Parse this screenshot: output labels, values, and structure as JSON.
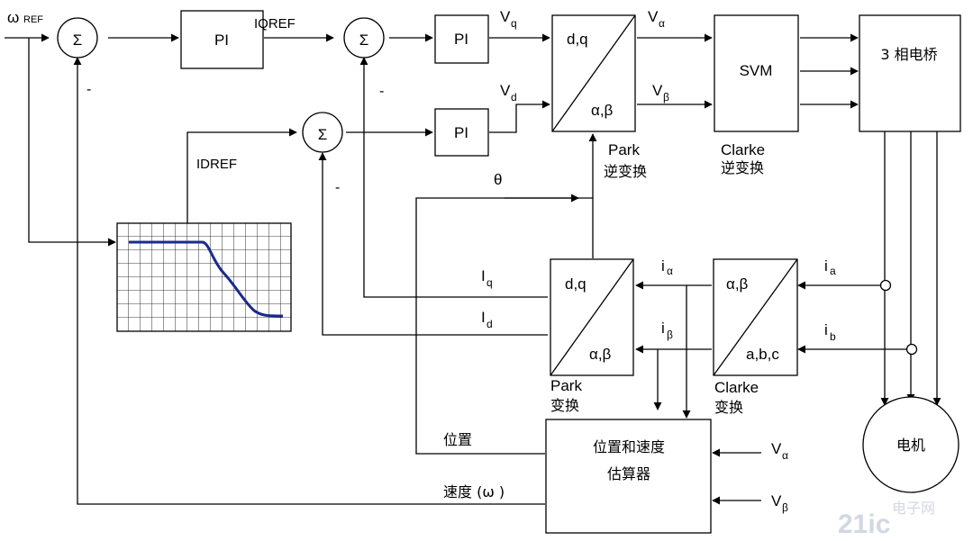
{
  "colors": {
    "line": "#000000",
    "lookup_curve": "#1a2a8c",
    "background": "#ffffff",
    "watermark": "#c9d2dc"
  },
  "labels": {
    "omega_ref": "ω",
    "omega_ref_sub": "REF",
    "sigma": "Σ",
    "pi": "PI",
    "iqref": "IQREF",
    "idref": "IDREF",
    "minus": "-",
    "vq": "V",
    "vq_sub": "q",
    "vd": "V",
    "vd_sub": "d",
    "valpha": "V",
    "valpha_sub": "α",
    "vbeta": "V",
    "vbeta_sub": "β",
    "dq": "d,q",
    "alphabeta": "α,β",
    "abc": "a,b,c",
    "svm": "SVM",
    "bridge": "3 相电桥",
    "park_inv": "Park",
    "park_inv_cn": "逆变换",
    "clarke_inv": "Clarke",
    "clarke_inv_cn": "逆变换",
    "theta": "θ",
    "iq": "I",
    "iq_sub": "q",
    "id": "I",
    "id_sub": "d",
    "ialpha": "i",
    "ialpha_sub": "α",
    "ibeta": "i",
    "ibeta_sub": "β",
    "ia": "i",
    "ia_sub": "a",
    "ib": "i",
    "ib_sub": "b",
    "park": "Park",
    "park_cn": "变换",
    "clarke": "Clarke",
    "clarke_cn": "变换",
    "position": "位置",
    "speed": "速度 (ω )",
    "estimator_l1": "位置和速度",
    "estimator_l2": "估算器",
    "est_valpha": "V",
    "est_valpha_sub": "α",
    "est_vbeta": "V",
    "est_vbeta_sub": "β",
    "motor": "电机",
    "watermark_logo": "21ic",
    "watermark_cn": "电子网"
  }
}
